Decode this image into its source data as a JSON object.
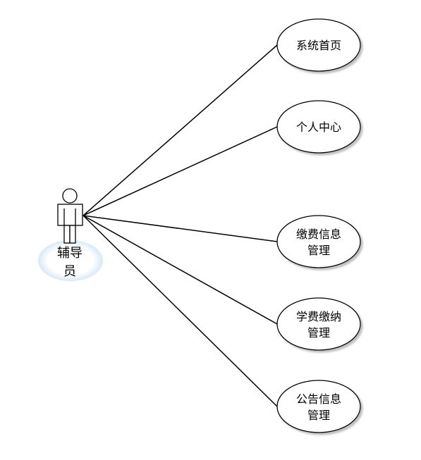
{
  "diagram": {
    "actor": {
      "label_line1": "辅导",
      "label_line2": "员"
    },
    "use_cases": [
      {
        "line1": "系统首页",
        "line2": ""
      },
      {
        "line1": "个人中心",
        "line2": ""
      },
      {
        "line1": "缴费信息",
        "line2": "管理"
      },
      {
        "line1": "学费缴纳",
        "line2": "管理"
      },
      {
        "line1": "公告信息",
        "line2": "管理"
      }
    ],
    "colors": {
      "stroke": "#000000",
      "ellipse_fill": "#ffffff",
      "actor_halo": "#d8e8f6",
      "background": "#ffffff"
    }
  }
}
